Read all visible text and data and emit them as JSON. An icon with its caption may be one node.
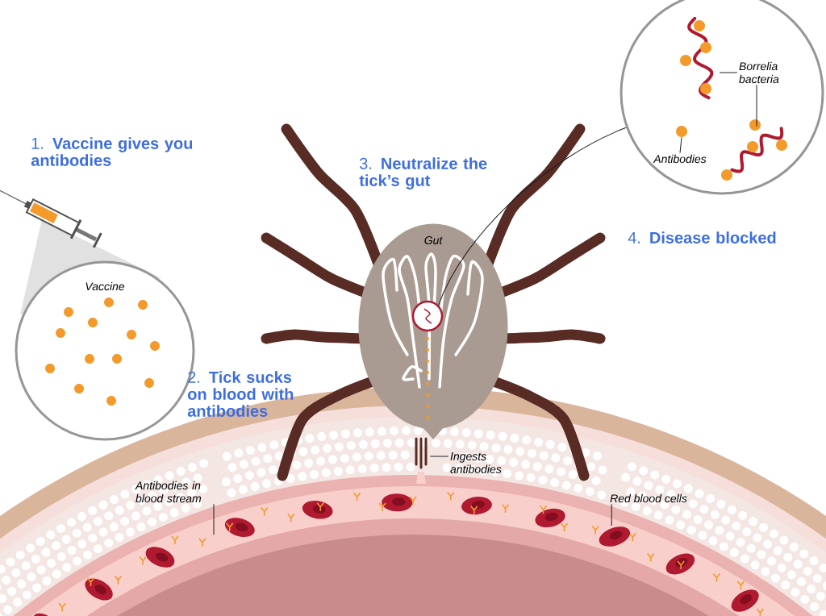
{
  "diagram": {
    "nodes": [
      {
        "text": [
          "Vaccine"
        ]
      },
      {
        "text": [],
        "shape": "circle"
      },
      {
        "text": [
          "Borrelia bacteria"
        ],
        "in": 1
      },
      {
        "text": [
          "Antibodies"
        ],
        "in": 1
      },
      {
        "text": [],
        "shape": "picture",
        "in": 1
      },
      {
        "text": [],
        "shape": "picture",
        "in": 1
      },
      {
        "text": [],
        "shape": "circle",
        "in": 1
      },
      {
        "text": [
          "Gut"
        ]
      },
      {
        "text": [],
        "shape": "circle",
        "in": 7
      },
      {
        "text": [
          "Ingests antibodies"
        ]
      },
      {
        "text": [],
        "shape": "picture"
      },
      {
        "text": [
          "Antibodies in blood stream"
        ]
      },
      {
        "text": [
          "Red blood cells"
        ]
      },
      {
        "text": [],
        "shape": "picture"
      }
    ],
    "edges": [
      {
        "from": 2,
        "to": 4,
        "arrow": "none"
      },
      {
        "from": 2,
        "to": 5,
        "arrow": "none"
      },
      {
        "from": 3,
        "to": 6,
        "arrow": "none"
      },
      {
        "from": 8,
        "to": 1,
        "arrow": "none"
      },
      {
        "from": 9,
        "to": 10,
        "arrow": "none"
      },
      {
        "from": 11,
        "to": null,
        "arrow": "none"
      },
      {
        "from": 12,
        "to": 13,
        "arrow": "none"
      }
    ],
    "labels": [
      "1. **Vaccine gives you antibodies**",
      "3. **Neutralize the tick’s gut**",
      "4. **Disease blocked**",
      "2. **Tick sucks on blood with antibodies**"
    ]
  }
}
